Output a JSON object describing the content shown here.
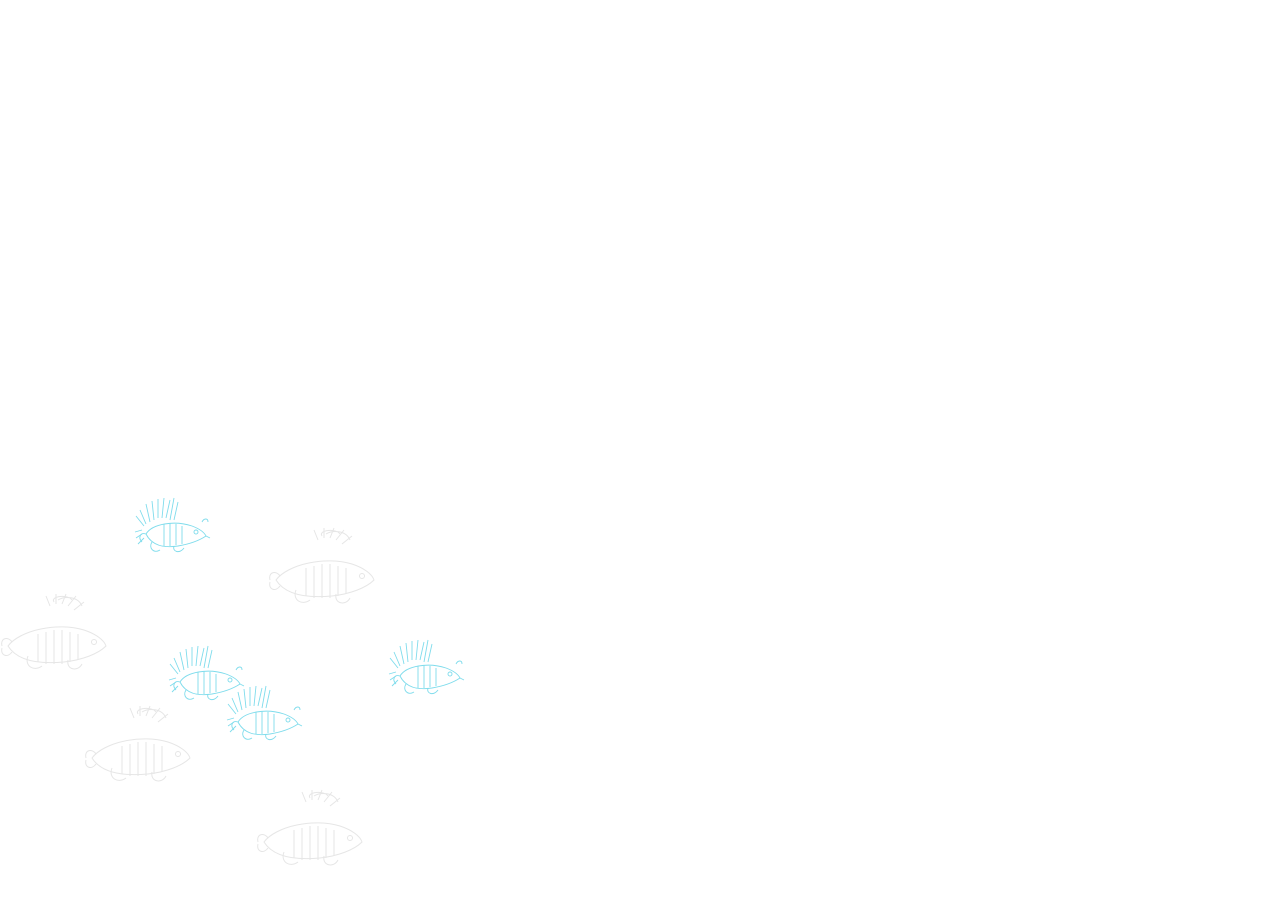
{
  "colors": {
    "background": "#ffffff",
    "fish_cyan": "#7fdcec",
    "fish_gray": "#e6e6e6"
  },
  "fish": [
    {
      "icon": "lionfish-icon",
      "color": "cyan"
    },
    {
      "icon": "lionfish-icon",
      "color": "gray"
    },
    {
      "icon": "lionfish-icon",
      "color": "gray"
    },
    {
      "icon": "lionfish-icon",
      "color": "cyan"
    },
    {
      "icon": "lionfish-icon",
      "color": "cyan"
    },
    {
      "icon": "lionfish-icon",
      "color": "cyan"
    },
    {
      "icon": "lionfish-icon",
      "color": "gray"
    },
    {
      "icon": "lionfish-icon",
      "color": "gray"
    }
  ]
}
